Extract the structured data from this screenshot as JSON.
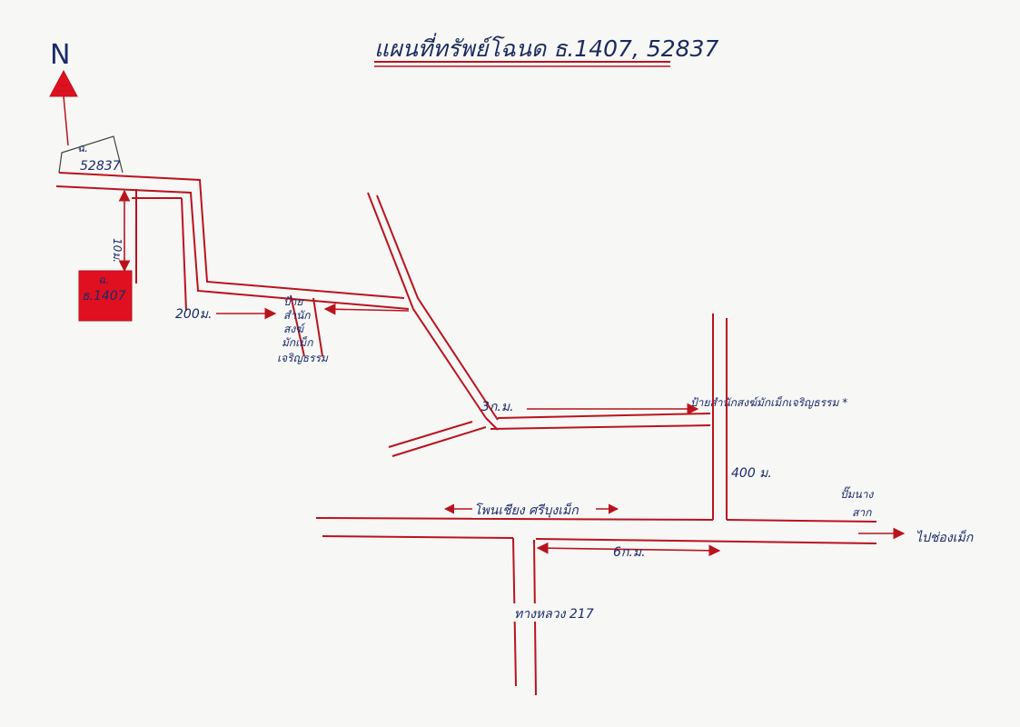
{
  "title": "แผนที่ทรัพย์โฉนด ธ.1407, 52837",
  "north_label": "N",
  "colors": {
    "road": "#b9141e",
    "plot_fill": "#e01020",
    "ink": "#1a2a6c",
    "paper": "#f7f7f5"
  },
  "labels": {
    "plot_a_prefix": "ฉ.",
    "plot_a_number": "52837",
    "plot_b_prefix": "ฉ.",
    "plot_b_number": "ธ.1407",
    "dist_10m": "10ม.",
    "dist_200m": "200ม.",
    "sign_small": [
      "ป้าย",
      "สำนัก",
      "สงฆ์",
      "มักเม็ก",
      "เจริญธรรม"
    ],
    "dist_3km": "3ก.ม.",
    "sign_big": "ป้ายสำนักสงฆ์มักเม็กเจริญธรรม *",
    "dist_400m": "400 ม.",
    "road_name": "โพนเชียง ศรีบุงเม็ก",
    "gas_station": [
      "ปั๊มนาง",
      "สาก"
    ],
    "to_town": "ไปช่องเม็ก",
    "dist_6km": "6ก.ม.",
    "highway": "ทางหลวง 217"
  }
}
